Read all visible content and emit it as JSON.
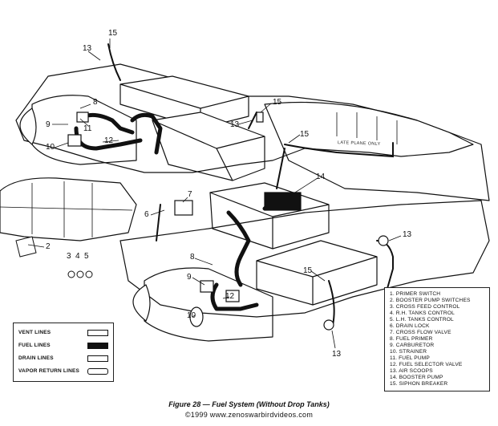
{
  "legend": {
    "items": [
      {
        "label": "VENT LINES",
        "swatch": "vent"
      },
      {
        "label": "FUEL LINES",
        "swatch": "fuel"
      },
      {
        "label": "DRAIN LINES",
        "swatch": "drain"
      },
      {
        "label": "VAPOR RETURN LINES",
        "swatch": "vapor"
      }
    ]
  },
  "key": {
    "items": [
      "1. PRIMER SWITCH",
      "2. BOOSTER PUMP SWITCHES",
      "3. CROSS FEED CONTROL",
      "4. R.H. TANKS CONTROL",
      "5. L.H. TANKS CONTROL",
      "6. DRAIN LOCK",
      "7. CROSS FLOW VALVE",
      "8. FUEL PRIMER",
      "9. CARBURETOR",
      "10. STRAINER",
      "11. FUEL PUMP",
      "12. FUEL SELECTOR VALVE",
      "13. AIR SCOOPS",
      "14. BOOSTER PUMP",
      "15. SIPHON BREAKER"
    ]
  },
  "callouts": [
    "15",
    "13",
    "8",
    "9",
    "11",
    "10",
    "12",
    "15",
    "13",
    "15",
    "14",
    "7",
    "6",
    "2",
    "3",
    "4",
    "5",
    "8",
    "9",
    "12",
    "10",
    "13",
    "15",
    "13"
  ],
  "drain_label": "LATE PLANE ONLY",
  "caption": {
    "title": "Figure 28 — Fuel System (Without Drop Tanks)",
    "copyright": "©1999 www.zenoswarbirdvideos.com"
  },
  "colors": {
    "ink": "#111111",
    "paper": "#ffffff",
    "shade": "#d9d9d9"
  }
}
